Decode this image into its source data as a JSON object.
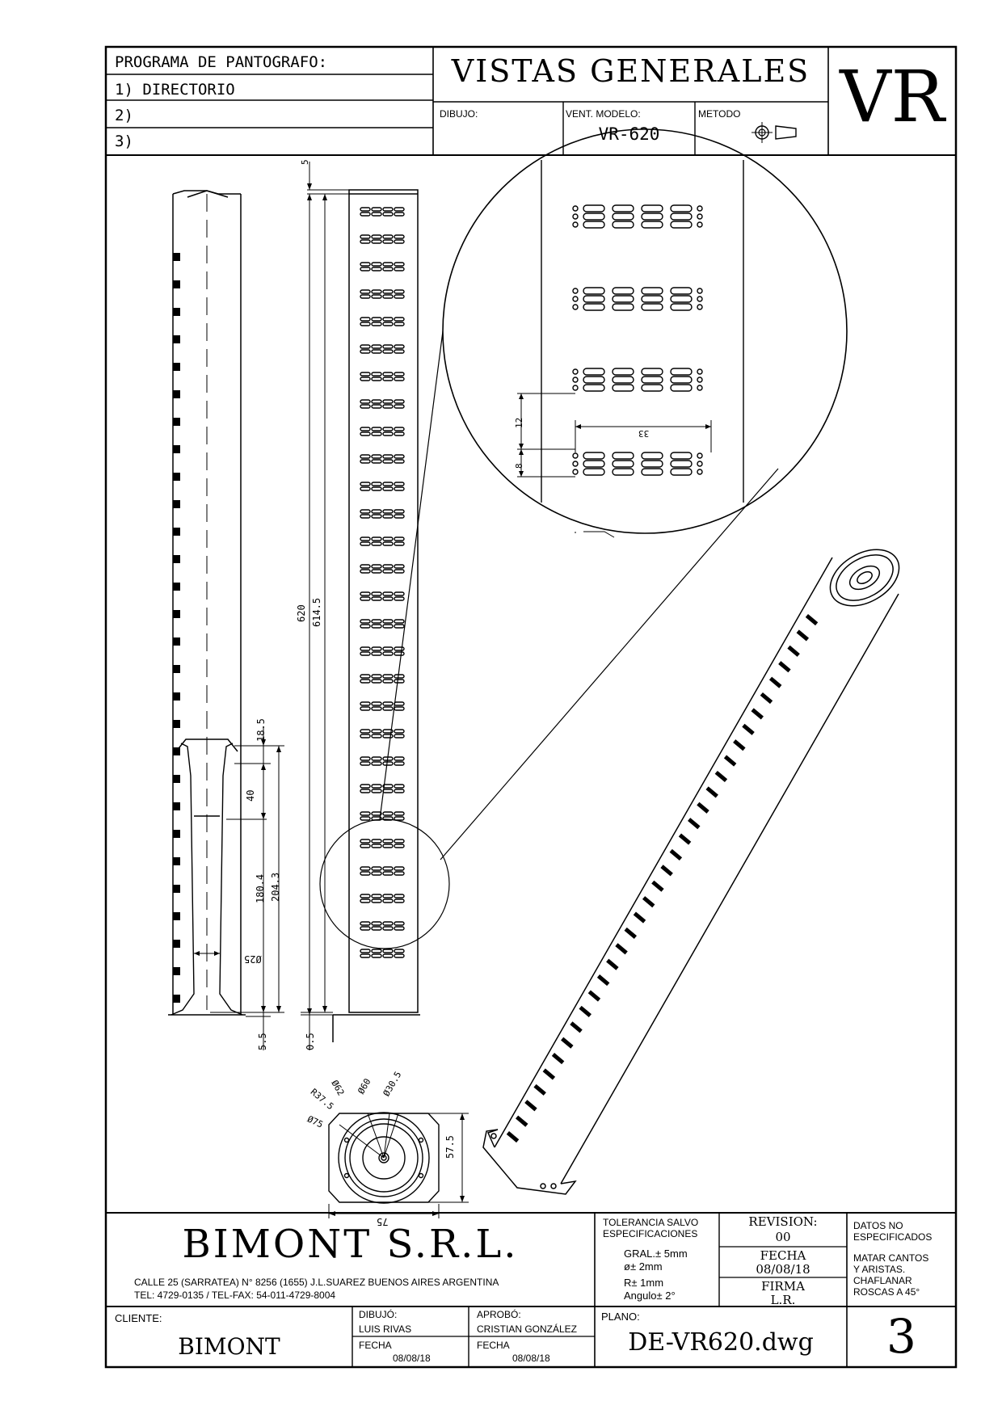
{
  "header": {
    "program_title": "PROGRAMA DE PANTOGRAFO:",
    "program_lines": [
      "1) DIRECTORIO",
      "2)",
      "3)"
    ],
    "sheet_title": "VISTAS GENERALES",
    "dibujo_label": "DIBUJO:",
    "modelo_label": "VENT. MODELO:",
    "modelo_value": "VR-620",
    "metodo_label": "METODO",
    "code": "VR"
  },
  "dimensions": {
    "top_gap": "5",
    "overall_height": "620",
    "body_height": "614.5",
    "base_gap_left": "5.5",
    "base_gap_right": "0.5",
    "cone_top": "18.5",
    "cone_section": "40",
    "cone_body": "180.4",
    "cone_total": "204.3",
    "cone_diameter": "Ø25",
    "slot_pitch": "12",
    "slot_height": "8",
    "slot_width": "33",
    "base_d60": "Ø60",
    "base_d62": "Ø62",
    "base_d305": "Ø30.5",
    "base_r375": "R37.5",
    "base_d75": "Ø75",
    "base_depth": "57.5",
    "base_width": "75"
  },
  "company": {
    "name": "BIMONT S.R.L.",
    "address": "CALLE 25 (SARRATEA) N° 8256 (1655) J.L.SUAREZ BUENOS AIRES ARGENTINA",
    "phone": "TEL: 4729-0135 / TEL-FAX: 54-011-4729-8004"
  },
  "tolerance": {
    "title_1": "TOLERANCIA SALVO",
    "title_2": "ESPECIFICACIONES",
    "gral": "GRAL.± 5mm",
    "diam": "ø± 2mm",
    "radius": "R± 1mm",
    "angle": "Angulo± 2°"
  },
  "revision": {
    "label": "REVISION:",
    "value": "00",
    "fecha_label": "FECHA",
    "fecha_value": "08/08/18",
    "firma_label": "FIRMA",
    "firma_value": "L.R."
  },
  "notes": {
    "title_1": "DATOS NO",
    "title_2": "ESPECIFICADOS",
    "line_1": "MATAR CANTOS",
    "line_2": "Y ARISTAS.",
    "line_3": "CHAFLANAR",
    "line_4": "ROSCAS A 45°"
  },
  "footer": {
    "cliente_label": "CLIENTE:",
    "cliente_value": "BIMONT",
    "dibujo_label": "DIBUJÓ:",
    "dibujo_value": "LUIS RIVAS",
    "fecha1_label": "FECHA",
    "fecha1_value": "08/08/18",
    "aprobo_label": "APROBÓ:",
    "aprobo_value": "CRISTIAN GONZÁLEZ",
    "fecha2_label": "FECHA",
    "fecha2_value": "08/08/18",
    "plano_label": "PLANO:",
    "plano_value": "DE-VR620.dwg",
    "sheet_number": "3"
  }
}
